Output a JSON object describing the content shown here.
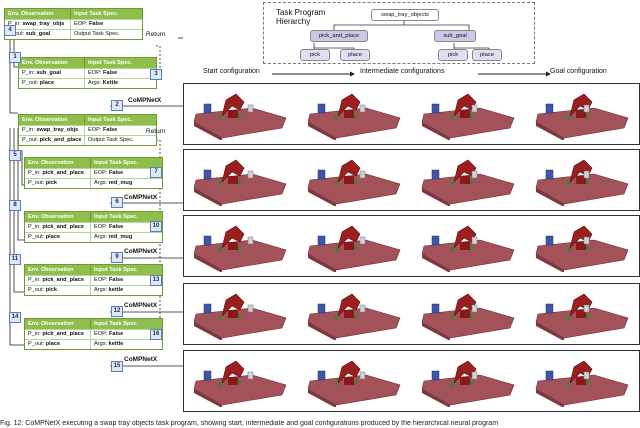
{
  "hierarchy": {
    "title": "Task Program Hierarchy",
    "root": "swap_tray_objects",
    "children": [
      "pick_and_place",
      "sub_goal"
    ],
    "leaves": [
      "pick",
      "place",
      "pick",
      "place"
    ]
  },
  "configs": {
    "start": "Start configuration",
    "intermediate": "Intermediate configurations",
    "goal": "Goal configuration"
  },
  "block_labels": {
    "env_obs": "Env. Observation",
    "input_spec": "Input Task Spec.",
    "output_spec": "Output Task Spec."
  },
  "blocks": [
    {
      "p_in": "swap_tray_objs",
      "eop": "False",
      "p_out": "sub_goal",
      "mode": "output"
    },
    {
      "p_in": "sub_goal",
      "eop": "False",
      "p_out": "place",
      "args": "Kettle",
      "mode": "args"
    },
    {
      "p_in": "swap_tray_objs",
      "eop": "False",
      "p_out": "pick_and_place",
      "mode": "output"
    },
    {
      "p_in": "pick_and_place",
      "eop": "False",
      "p_out": "pick",
      "args": "red_mug",
      "mode": "args"
    },
    {
      "p_in": "pick_and_place",
      "eop": "False",
      "p_out": "place",
      "args": "red_mug",
      "mode": "args"
    },
    {
      "p_in": "pick_and_place",
      "eop": "False",
      "p_out": "pick",
      "args": "kettle",
      "mode": "args"
    },
    {
      "p_in": "pick_and_place",
      "eop": "False",
      "p_out": "place",
      "args": "kettle",
      "mode": "args"
    }
  ],
  "labels": {
    "p_in": "P_in:",
    "p_out": "P_out:",
    "eop": "EOP:",
    "args": "Args:",
    "return": "Return",
    "compnetx": "CoMPNetX"
  },
  "steps": [
    "1",
    "2",
    "3",
    "4",
    "5",
    "6",
    "7",
    "8",
    "9",
    "10",
    "11",
    "12",
    "13",
    "14",
    "15",
    "16"
  ],
  "caption": "Fig. 12: CoMPNetX executing a swap tray objects task program, showing start, intermediate and goal configurations produced by the hierarchical neural program"
}
